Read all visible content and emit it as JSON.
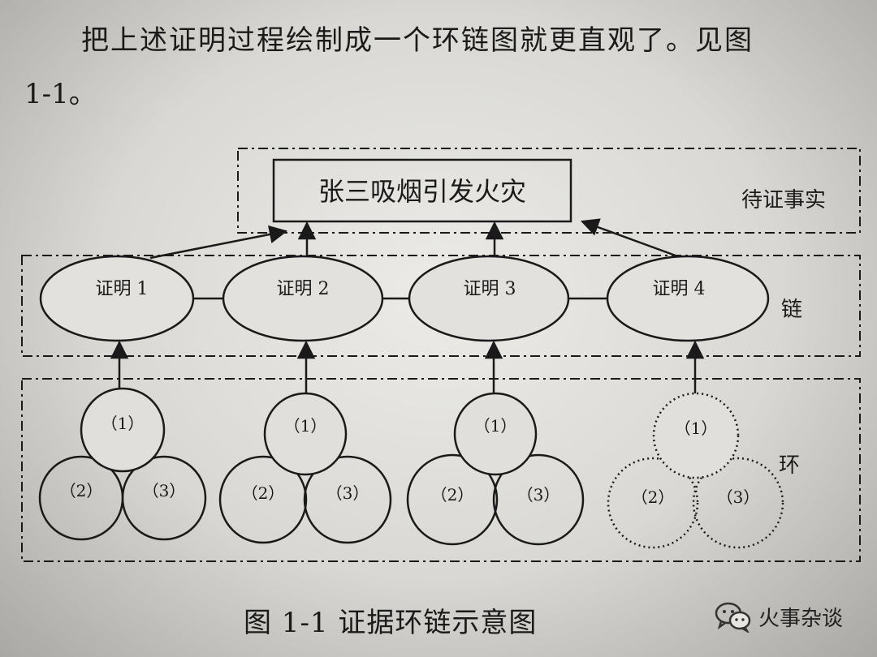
{
  "text": {
    "line1": "把上述证明过程绘制成一个环链图就更直观了。见图",
    "line2": "1-1。"
  },
  "diagram": {
    "fact": {
      "label": "张三吸烟引发火灾",
      "group_label": "待证事实"
    },
    "chain": {
      "group_label": "链",
      "proofs": [
        "证明 1",
        "证明 2",
        "证明 3",
        "证明 4"
      ]
    },
    "ring": {
      "group_label": "环",
      "clusters": [
        {
          "items": [
            "（1）",
            "（2）",
            "（3）"
          ],
          "dotted": false
        },
        {
          "items": [
            "（1）",
            "（2）",
            "（3）"
          ],
          "dotted": false
        },
        {
          "items": [
            "（1）",
            "（2）",
            "（3）"
          ],
          "dotted": false
        },
        {
          "items": [
            "（1）",
            "（2）",
            "（3）"
          ],
          "dotted": true
        }
      ]
    }
  },
  "caption": "图 1-1  证据环链示意图",
  "watermark": {
    "text": "火事杂谈",
    "icon": "wechat-icon"
  },
  "colors": {
    "ink": "#1a1a1a",
    "paper": "#e6e5e2"
  }
}
